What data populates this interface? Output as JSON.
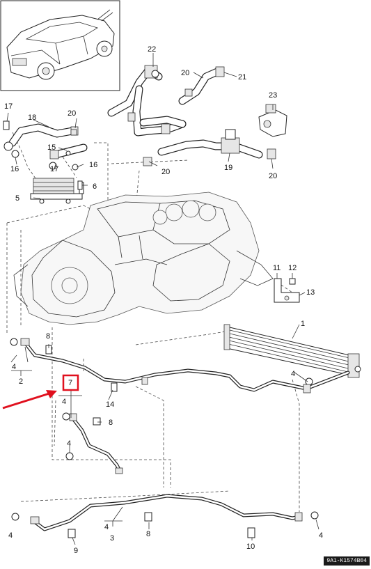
{
  "callouts": {
    "c1": "1",
    "c2": "2",
    "c3": "3",
    "c4a": "4",
    "c4b": "4",
    "c4c": "4",
    "c4d": "4",
    "c4e": "4",
    "c4f": "4",
    "c5": "5",
    "c6": "6",
    "c7": "7",
    "c8a": "8",
    "c8b": "8",
    "c8c": "8",
    "c9": "9",
    "c10": "10",
    "c11": "11",
    "c12": "12",
    "c13": "13",
    "c14": "14",
    "c15": "15",
    "c16a": "16",
    "c16b": "16",
    "c17a": "17",
    "c17b": "17",
    "c18": "18",
    "c19": "19",
    "c20a": "20",
    "c20b": "20",
    "c20c": "20",
    "c20d": "20",
    "c21": "21",
    "c22": "22",
    "c23": "23"
  },
  "highlight": {
    "part": "7",
    "color": "#e0101e"
  },
  "doc_code": "9A1-K1574B04"
}
